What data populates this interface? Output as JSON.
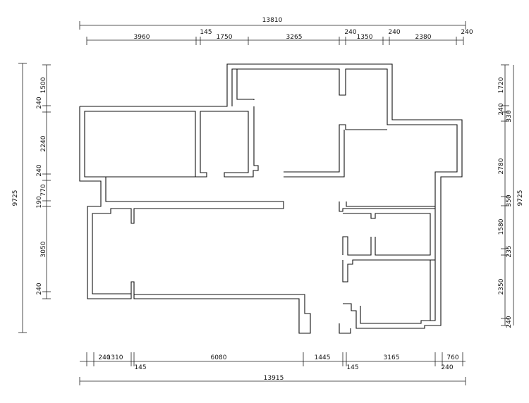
{
  "dimensions": {
    "top_total": "13810",
    "top_segments": [
      "3960",
      "145",
      "1750",
      "3265",
      "240",
      "1350",
      "240",
      "2380",
      "240"
    ],
    "bottom_total": "13915",
    "bottom_upper": [
      "240",
      "1310",
      "6080",
      "1445",
      "3165",
      "760"
    ],
    "bottom_lower": [
      "145",
      "145",
      "240"
    ],
    "left_total": "9725",
    "left_segments": [
      "1500",
      "240",
      "2240",
      "240",
      "770",
      "190",
      "3050",
      "240"
    ],
    "right_total": "9725",
    "right_segments": [
      "1720",
      "240",
      "330",
      "2780",
      "350",
      "1580",
      "235",
      "2350",
      "240"
    ]
  }
}
